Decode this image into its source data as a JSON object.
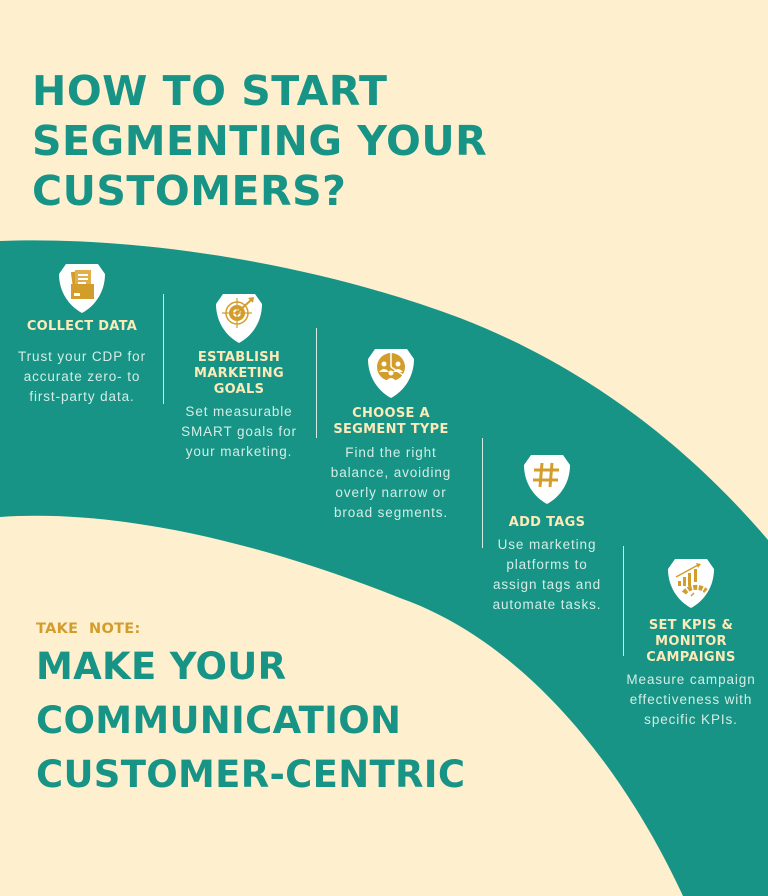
{
  "colors": {
    "background": "#FEF0CF",
    "teal": "#179485",
    "gold": "#D39D2C",
    "step_title": "#FCEAB8",
    "step_desc": "#D3EDE6",
    "shield": "#FFFFFF"
  },
  "title": {
    "lines": [
      "HOW TO START",
      "SEGMENTING YOUR",
      "CUSTOMERS?"
    ]
  },
  "steps": [
    {
      "icon": "folder-documents-icon",
      "title_lines": [
        "COLLECT DATA"
      ],
      "desc_lines": [
        "Trust your CDP for",
        "accurate zero- to",
        "first-party data."
      ]
    },
    {
      "icon": "target-arrow-icon",
      "title_lines": [
        "ESTABLISH",
        "MARKETING",
        "GOALS"
      ],
      "desc_lines": [
        "Set measurable",
        "SMART goals for",
        "your marketing."
      ]
    },
    {
      "icon": "segment-pie-people-icon",
      "title_lines": [
        "CHOOSE A",
        "SEGMENT TYPE"
      ],
      "desc_lines": [
        "Find the right",
        "balance, avoiding",
        "overly narrow or",
        "broad segments."
      ]
    },
    {
      "icon": "hashtag-icon",
      "title_lines": [
        "ADD TAGS"
      ],
      "desc_lines": [
        "Use marketing",
        "platforms to",
        "assign tags and",
        "automate tasks."
      ]
    },
    {
      "icon": "kpi-gauge-chart-icon",
      "title_lines": [
        "SET KPIS &",
        "MONITOR",
        "CAMPAIGNS"
      ],
      "desc_lines": [
        "Measure campaign",
        "effectiveness with",
        "specific KPIs."
      ]
    }
  ],
  "note": {
    "label": "TAKE  NOTE:",
    "lines": [
      "MAKE YOUR",
      "COMMUNICATION",
      "CUSTOMER-CENTRIC"
    ]
  }
}
